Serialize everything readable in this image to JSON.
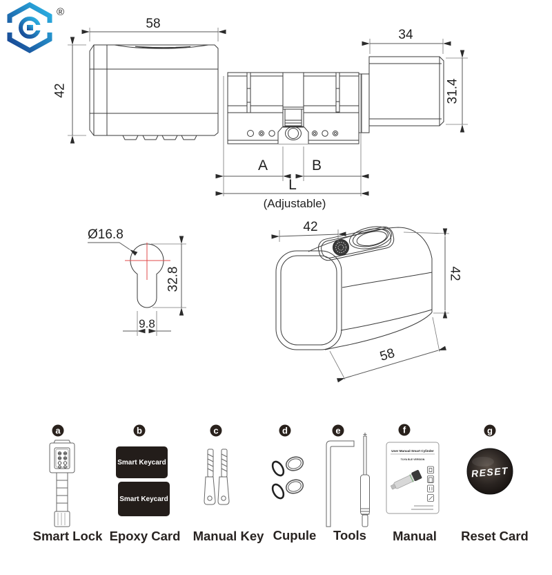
{
  "brand": {
    "registered": "®"
  },
  "colors": {
    "line": "#3a3a3a",
    "dimension": "#2b2b2b",
    "crosshair_red": "#e04848",
    "logo_blue_dark": "#17418f",
    "logo_blue_light": "#2cb7e8",
    "badge_bg": "#29211c",
    "card_bg": "#231d1a"
  },
  "views": {
    "side": {
      "body_width": "58",
      "body_height": "42",
      "knob_width": "34",
      "knob_height": "31.4",
      "seg_a": "A",
      "seg_b": "B",
      "total": "L",
      "note": "(Adjustable)"
    },
    "profile": {
      "diameter": "Ø16.8",
      "height": "32.8",
      "width": "9.8"
    },
    "perspective": {
      "top_width": "42",
      "side_height": "42",
      "length": "58"
    }
  },
  "kit": [
    {
      "badge": "a",
      "label": "Smart Lock"
    },
    {
      "badge": "b",
      "label": "Epoxy Card",
      "card_text": "Smart Keycard"
    },
    {
      "badge": "c",
      "label": "Manual Key"
    },
    {
      "badge": "d",
      "label": "Cupule"
    },
    {
      "badge": "e",
      "label": "Tools"
    },
    {
      "badge": "f",
      "label": "Manual",
      "doc_title": "User Manual-Smart Cylinder",
      "doc_subtitle": "TUYA BLE VERSION"
    },
    {
      "badge": "g",
      "label": "Reset Card",
      "disc_text": "RESET"
    }
  ]
}
